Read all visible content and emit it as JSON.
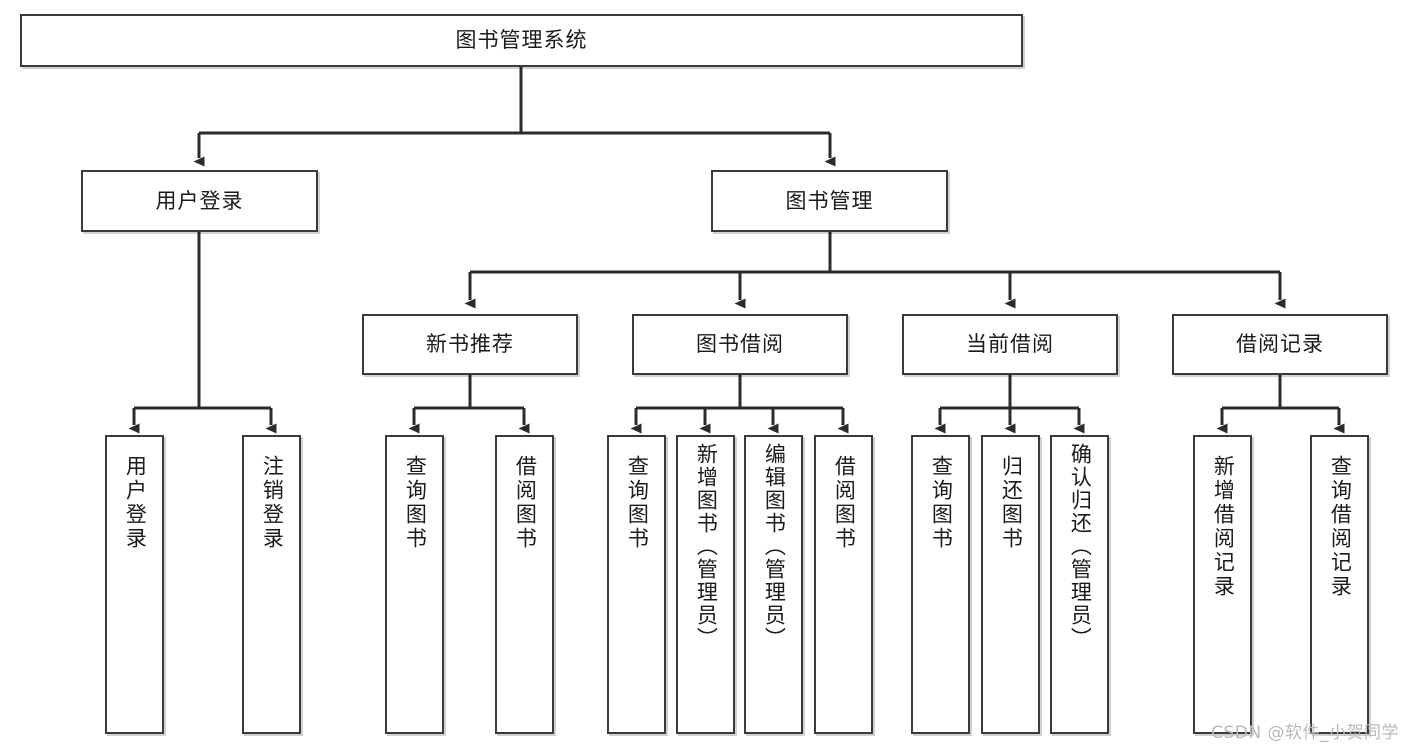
{
  "diagram": {
    "title": "图书管理系统",
    "type": "tree-hierarchy",
    "watermark": "CSDN @软件_小贺同学",
    "colors": {
      "background": "#ffffff",
      "box_border": "#3a3a3a",
      "box_fill": "#ffffff",
      "connector": "#2b2b2b",
      "watermark": "#b9b9b9"
    },
    "nodes": {
      "root": {
        "label": "图书管理系统"
      },
      "level1": [
        {
          "id": "user-login",
          "label": "用户登录"
        },
        {
          "id": "book-manage",
          "label": "图书管理"
        }
      ],
      "level2": [
        {
          "id": "new-book-recommend",
          "label": "新书推荐"
        },
        {
          "id": "book-borrow",
          "label": "图书借阅"
        },
        {
          "id": "current-borrow",
          "label": "当前借阅"
        },
        {
          "id": "borrow-record",
          "label": "借阅记录"
        }
      ],
      "leaves": {
        "user-login": [
          {
            "id": "leaf-user-login",
            "label": "用户登录"
          },
          {
            "id": "leaf-logout-login",
            "label": "注销登录"
          }
        ],
        "new-book-recommend": [
          {
            "id": "leaf-query-book-1",
            "label": "查询图书"
          },
          {
            "id": "leaf-borrow-book-1",
            "label": "借阅图书"
          }
        ],
        "book-borrow": [
          {
            "id": "leaf-query-book-2",
            "label": "查询图书"
          },
          {
            "id": "leaf-add-book",
            "label": "新增图书（管理员）"
          },
          {
            "id": "leaf-edit-book",
            "label": "编辑图书（管理员）"
          },
          {
            "id": "leaf-borrow-book-2",
            "label": "借阅图书"
          }
        ],
        "current-borrow": [
          {
            "id": "leaf-query-book-3",
            "label": "查询图书"
          },
          {
            "id": "leaf-return-book",
            "label": "归还图书"
          },
          {
            "id": "leaf-confirm-return",
            "label": "确认归还（管理员）"
          }
        ],
        "borrow-record": [
          {
            "id": "leaf-add-record",
            "label": "新增借阅记录"
          },
          {
            "id": "leaf-query-record",
            "label": "查询借阅记录"
          }
        ]
      }
    }
  }
}
